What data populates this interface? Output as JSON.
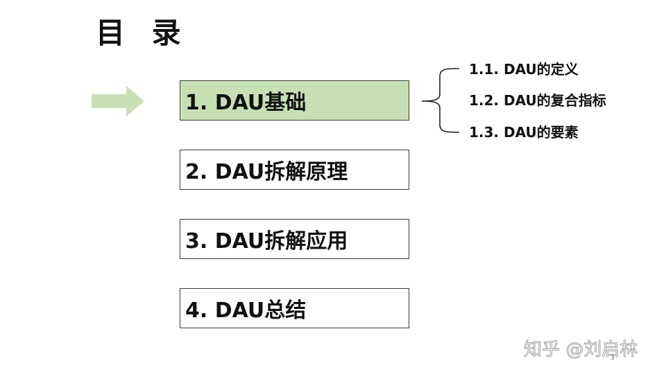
{
  "title": "目 录",
  "toc": [
    {
      "label": "1. DAU基础",
      "active": true
    },
    {
      "label": "2. DAU拆解原理",
      "active": false
    },
    {
      "label": "3. DAU拆解应用",
      "active": false
    },
    {
      "label": "4. DAU总结",
      "active": false
    }
  ],
  "subsections": [
    {
      "label": "1.1. DAU的定义"
    },
    {
      "label": "1.2. DAU的复合指标"
    },
    {
      "label": "1.3. DAU的要素"
    }
  ],
  "page_number": "3",
  "watermark": "知乎 @刘启林",
  "colors": {
    "active_fill": "#c6e0b4",
    "arrow_fill": "#c6e0b4",
    "border": "#3a3a3a",
    "text": "#111111"
  },
  "icons": {
    "current_section_marker": "right-arrow-icon",
    "subsection_group": "curly-brace-icon"
  }
}
